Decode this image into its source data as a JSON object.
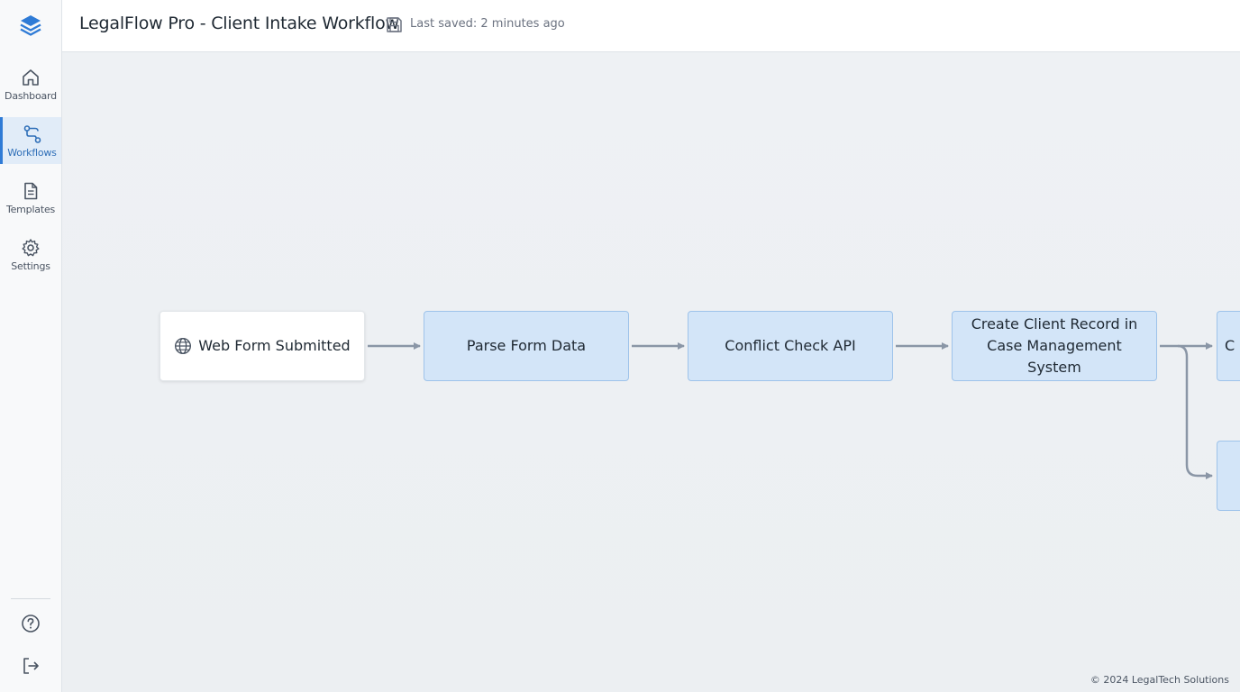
{
  "app": {
    "title": "LegalFlow Pro - Client Intake Workflow",
    "last_saved": "Last saved: 2 minutes ago",
    "accent_color": "#2f7bd6"
  },
  "sidebar": {
    "logo_icon": "layers-icon",
    "items": [
      {
        "label": "Dashboard",
        "icon": "home-icon",
        "active": false
      },
      {
        "label": "Workflows",
        "icon": "workflow-icon",
        "active": true
      },
      {
        "label": "Templates",
        "icon": "document-icon",
        "active": false
      },
      {
        "label": "Settings",
        "icon": "gear-icon",
        "active": false
      }
    ],
    "bottom": [
      {
        "icon": "help-icon"
      },
      {
        "icon": "logout-icon"
      }
    ]
  },
  "workflow": {
    "nodes": [
      {
        "label": "Web Form Submitted",
        "type": "trigger",
        "icon": "globe-icon"
      },
      {
        "label": "Parse Form Data",
        "type": "action"
      },
      {
        "label": "Conflict Check API",
        "type": "action"
      },
      {
        "label": "Create Client Record in Case Management System",
        "type": "action"
      },
      {
        "label": "C",
        "type": "action"
      },
      {
        "label": "",
        "type": "action"
      }
    ]
  },
  "footer": {
    "copyright": "© 2024 LegalTech Solutions"
  }
}
